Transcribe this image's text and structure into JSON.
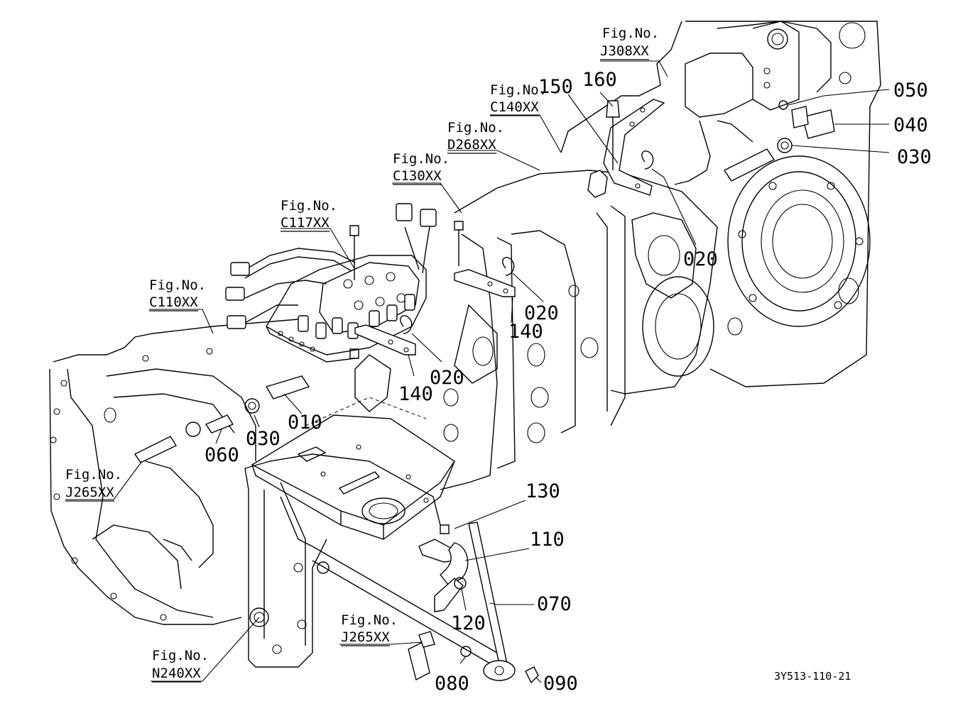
{
  "diagram": {
    "caption": "3Y513-110-21",
    "fig_refs": [
      {
        "id": "fr-j308",
        "line1": "Fig.No.",
        "line2": "J308XX"
      },
      {
        "id": "fr-c140",
        "line1": "Fig.No.",
        "line2": "C140XX"
      },
      {
        "id": "fr-d268",
        "line1": "Fig.No.",
        "line2": "D268XX"
      },
      {
        "id": "fr-c130",
        "line1": "Fig.No.",
        "line2": "C130XX"
      },
      {
        "id": "fr-c117",
        "line1": "Fig.No.",
        "line2": "C117XX"
      },
      {
        "id": "fr-c110",
        "line1": "Fig.No.",
        "line2": "C110XX"
      },
      {
        "id": "fr-j265a",
        "line1": "Fig.No.",
        "line2": "J265XX"
      },
      {
        "id": "fr-j265b",
        "line1": "Fig.No.",
        "line2": "J265XX"
      },
      {
        "id": "fr-n240",
        "line1": "Fig.No.",
        "line2": "N240XX"
      }
    ],
    "callouts": [
      {
        "id": "c160",
        "label": "160"
      },
      {
        "id": "c150",
        "label": "150"
      },
      {
        "id": "c050",
        "label": "050"
      },
      {
        "id": "c040",
        "label": "040"
      },
      {
        "id": "c030a",
        "label": "030"
      },
      {
        "id": "c020a",
        "label": "020"
      },
      {
        "id": "c020b",
        "label": "020"
      },
      {
        "id": "c140a",
        "label": "140"
      },
      {
        "id": "c020c",
        "label": "020"
      },
      {
        "id": "c140b",
        "label": "140"
      },
      {
        "id": "c010",
        "label": "010"
      },
      {
        "id": "c030b",
        "label": "030"
      },
      {
        "id": "c060",
        "label": "060"
      },
      {
        "id": "c130",
        "label": "130"
      },
      {
        "id": "c110",
        "label": "110"
      },
      {
        "id": "c070",
        "label": "070"
      },
      {
        "id": "c120",
        "label": "120"
      },
      {
        "id": "c080",
        "label": "080"
      },
      {
        "id": "c090",
        "label": "090"
      }
    ]
  }
}
